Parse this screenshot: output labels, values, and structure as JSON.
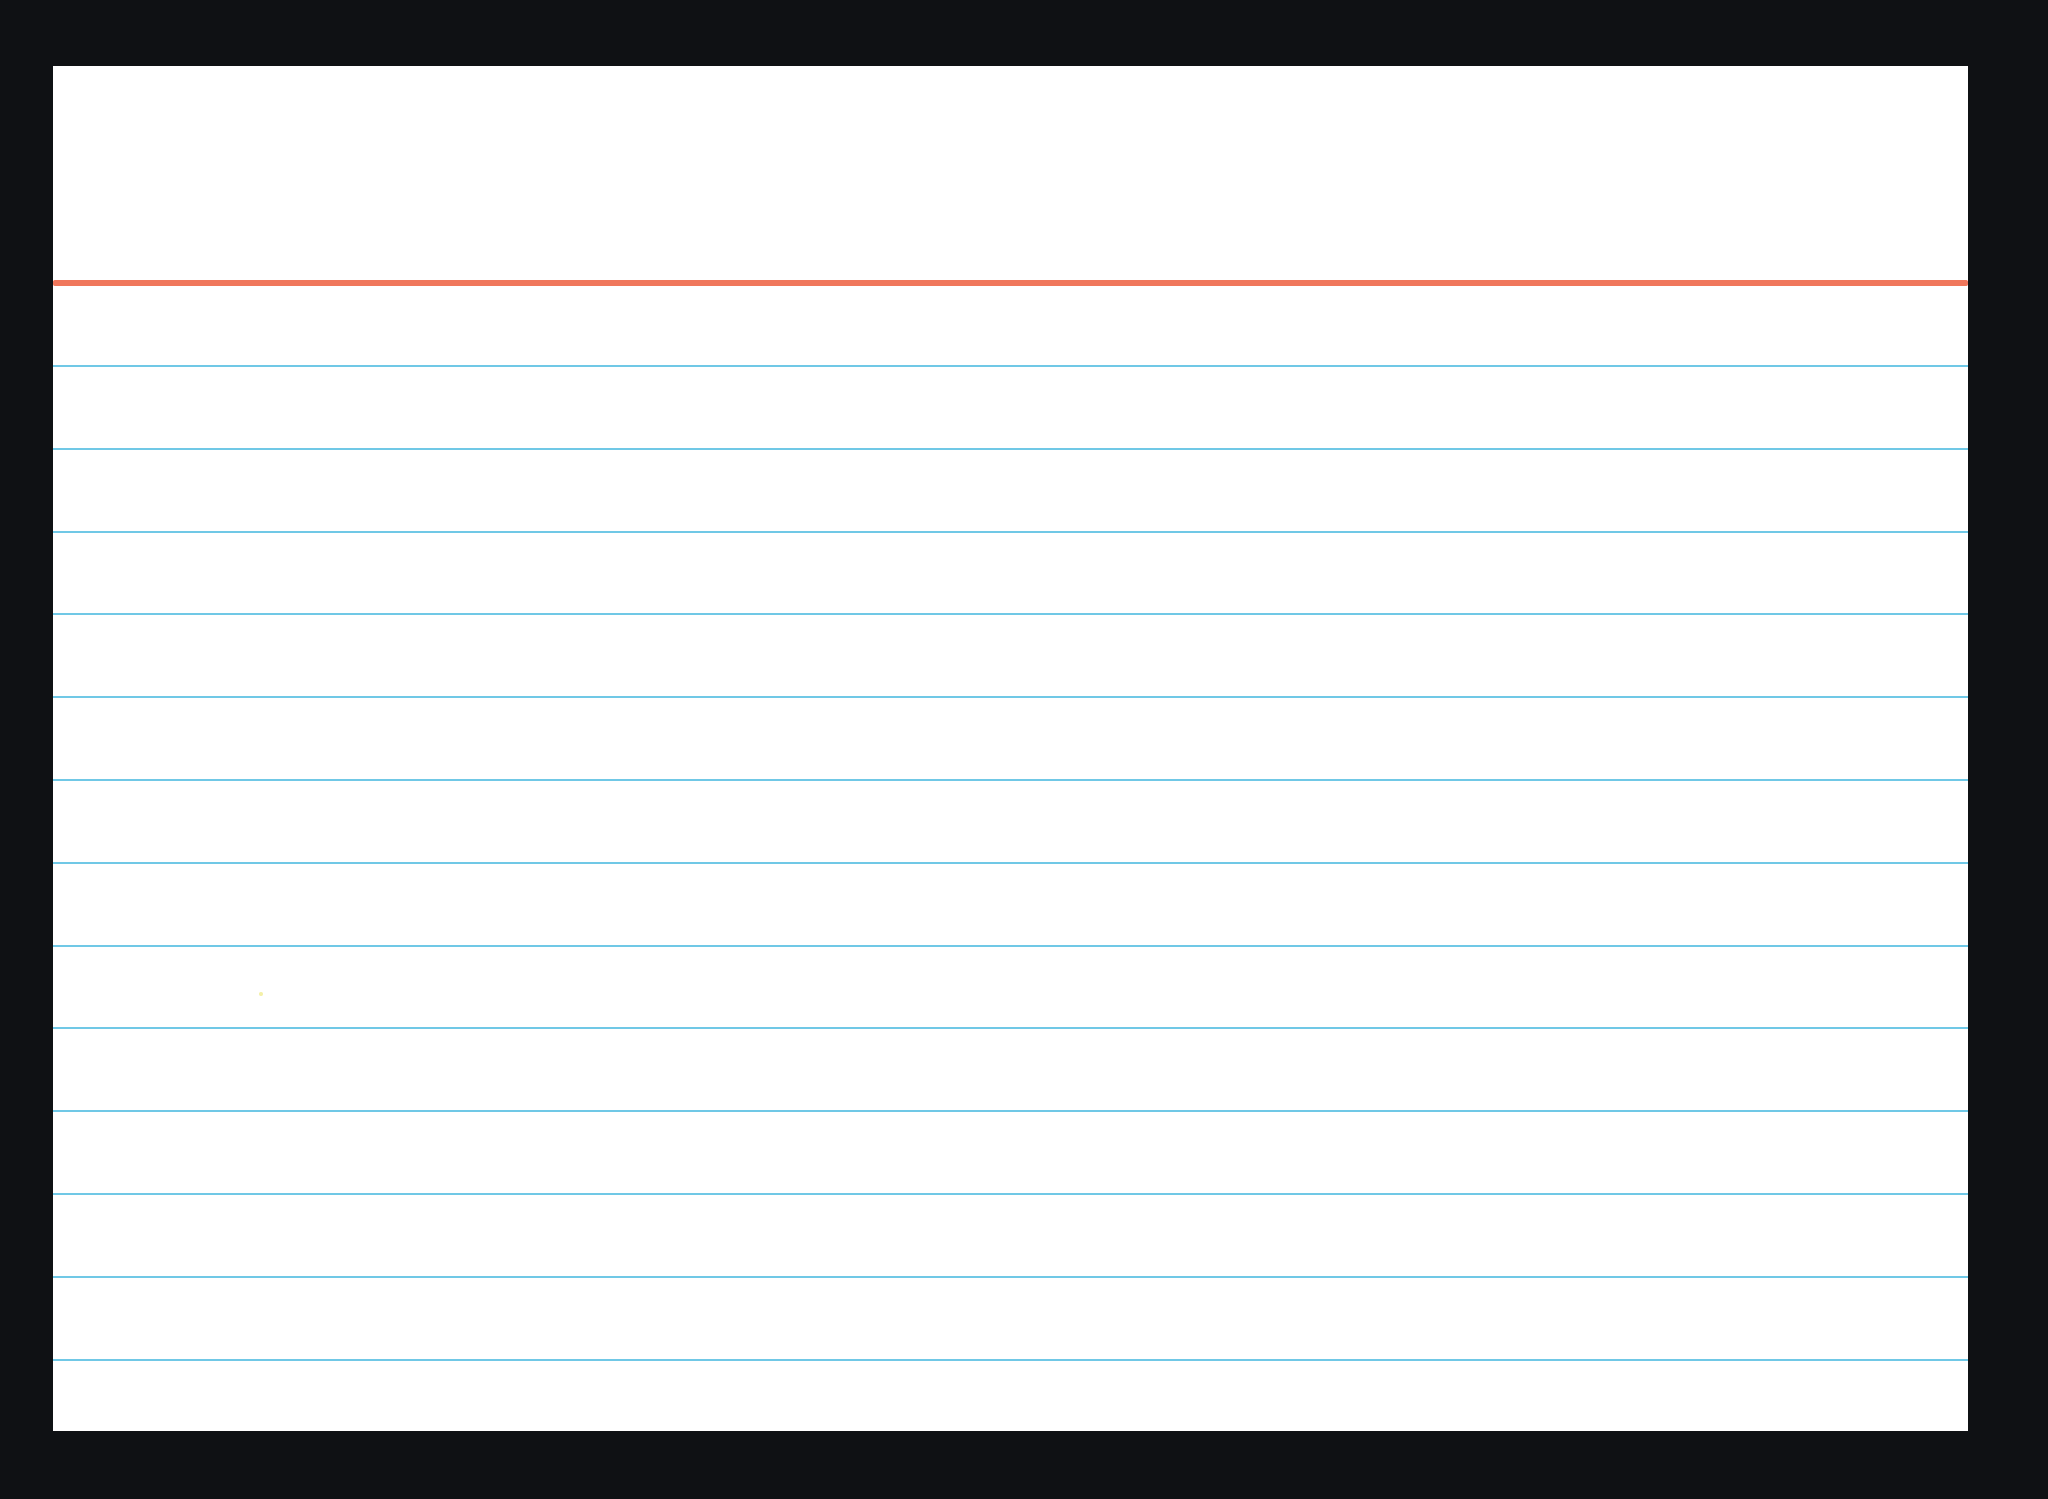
{
  "document": {
    "type": "blank-ruled-index-card",
    "text": [],
    "colors": {
      "background": "#0f1114",
      "card": "#ffffff",
      "header_rule": "#f0775c",
      "ruled_lines": "#70c8e6",
      "speck": "#f4f0a8"
    },
    "ruled_line_count": 13,
    "header_rule_count": 1
  }
}
